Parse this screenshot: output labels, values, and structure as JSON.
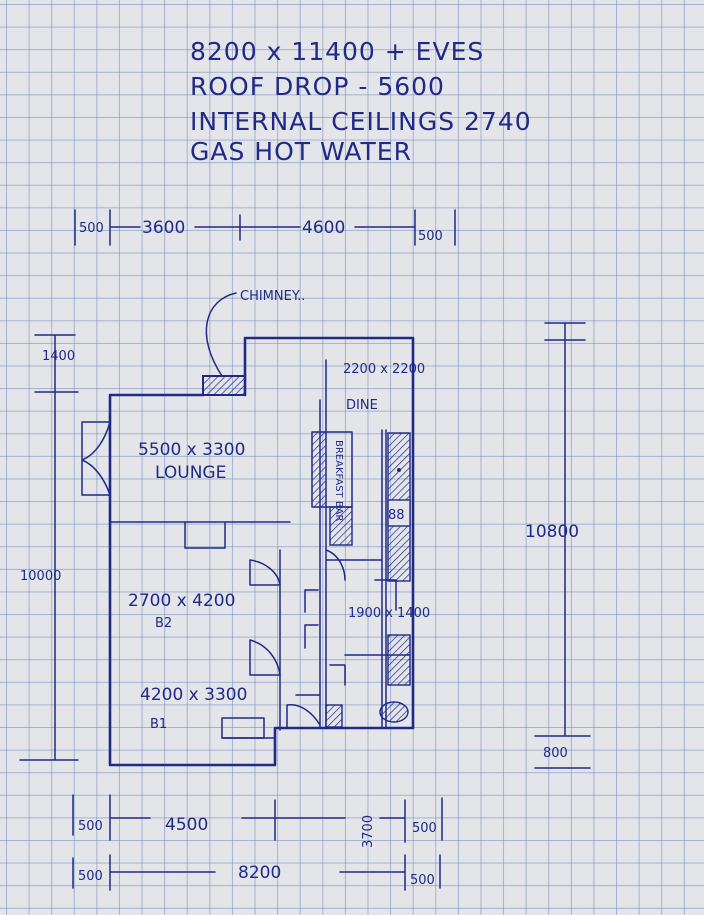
{
  "notes": {
    "line1": "8200 x 11400 + EVES",
    "line2": "ROOF DROP - 5600",
    "line3": "INTERNAL CEILINGS 2740",
    "line4": "GAS HOT WATER"
  },
  "top_dimensions": {
    "left_eave": "500",
    "first": "3600",
    "second": "4600",
    "right_eave": "500"
  },
  "chimney_label": "CHIMNEY..",
  "left_dimensions": {
    "upper": "1400",
    "main": "10000"
  },
  "right_dimensions": {
    "main": "10800",
    "lower": "800"
  },
  "rooms": {
    "dine_size": "2200 x 2200",
    "dine_name": "DINE",
    "breakfast_bar": "BREAKFAST BAR",
    "lounge_size": "5500 x 3300",
    "lounge_name": "LOUNGE",
    "b2_size": "2700 x 4200",
    "b2_name": "B2",
    "bath_size": "1900 x 1400",
    "b1_size": "4200 x 3300",
    "b1_name": "B1",
    "fridge_mark": "88"
  },
  "bottom_dimensions": {
    "row1": {
      "left_eave": "500",
      "first": "4500",
      "second": "3700",
      "right_eave": "500"
    },
    "row2": {
      "left_eave": "500",
      "total": "8200",
      "right_eave": "500"
    }
  },
  "colors": {
    "ink": "#1f2a86",
    "paper": "#e4e5e8",
    "grid": "#8a9fcb"
  }
}
